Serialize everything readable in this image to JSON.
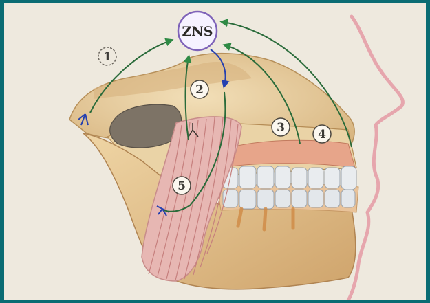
{
  "diagram": {
    "center_label": "ZNS",
    "labels": [
      {
        "id": "label-1",
        "text": "1"
      },
      {
        "id": "label-2",
        "text": "2"
      },
      {
        "id": "label-3",
        "text": "3"
      },
      {
        "id": "label-4",
        "text": "4"
      },
      {
        "id": "label-5",
        "text": "5"
      }
    ],
    "colors": {
      "frame": "#0a6c73",
      "background": "#eee9de",
      "bone": "#e8cfa0",
      "muscle": "#e3b0ad",
      "nerve": "#2a6b3a",
      "afferent_arrow": "#2f8a45",
      "efferent_arrow": "#2540b0"
    }
  }
}
